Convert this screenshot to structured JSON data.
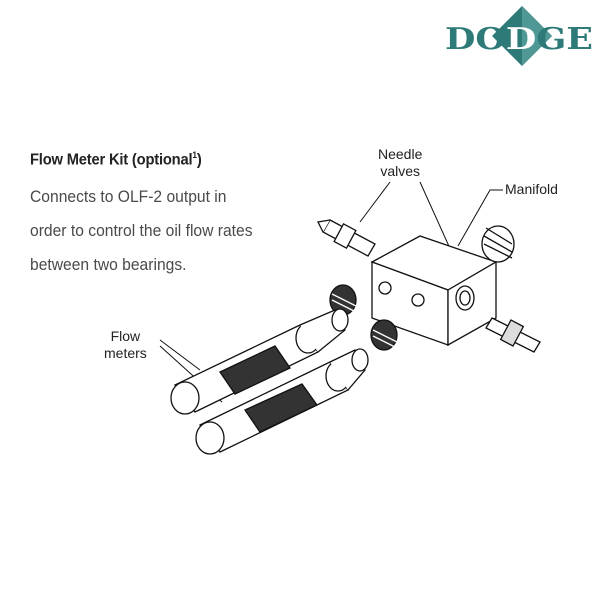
{
  "logo": {
    "text": "DODGE",
    "color": "#2e7a78"
  },
  "section": {
    "title": "Flow Meter Kit (optional",
    "title_sup": "1",
    "title_close": ")",
    "body_lines": [
      "Connects to OLF-2 output in",
      "order to control the oil flow rates",
      "between two bearings."
    ]
  },
  "callouts": {
    "needle_valves": [
      "Needle",
      "valves"
    ],
    "manifold": "Manifold",
    "flow_meters": [
      "Flow",
      "meters"
    ]
  }
}
